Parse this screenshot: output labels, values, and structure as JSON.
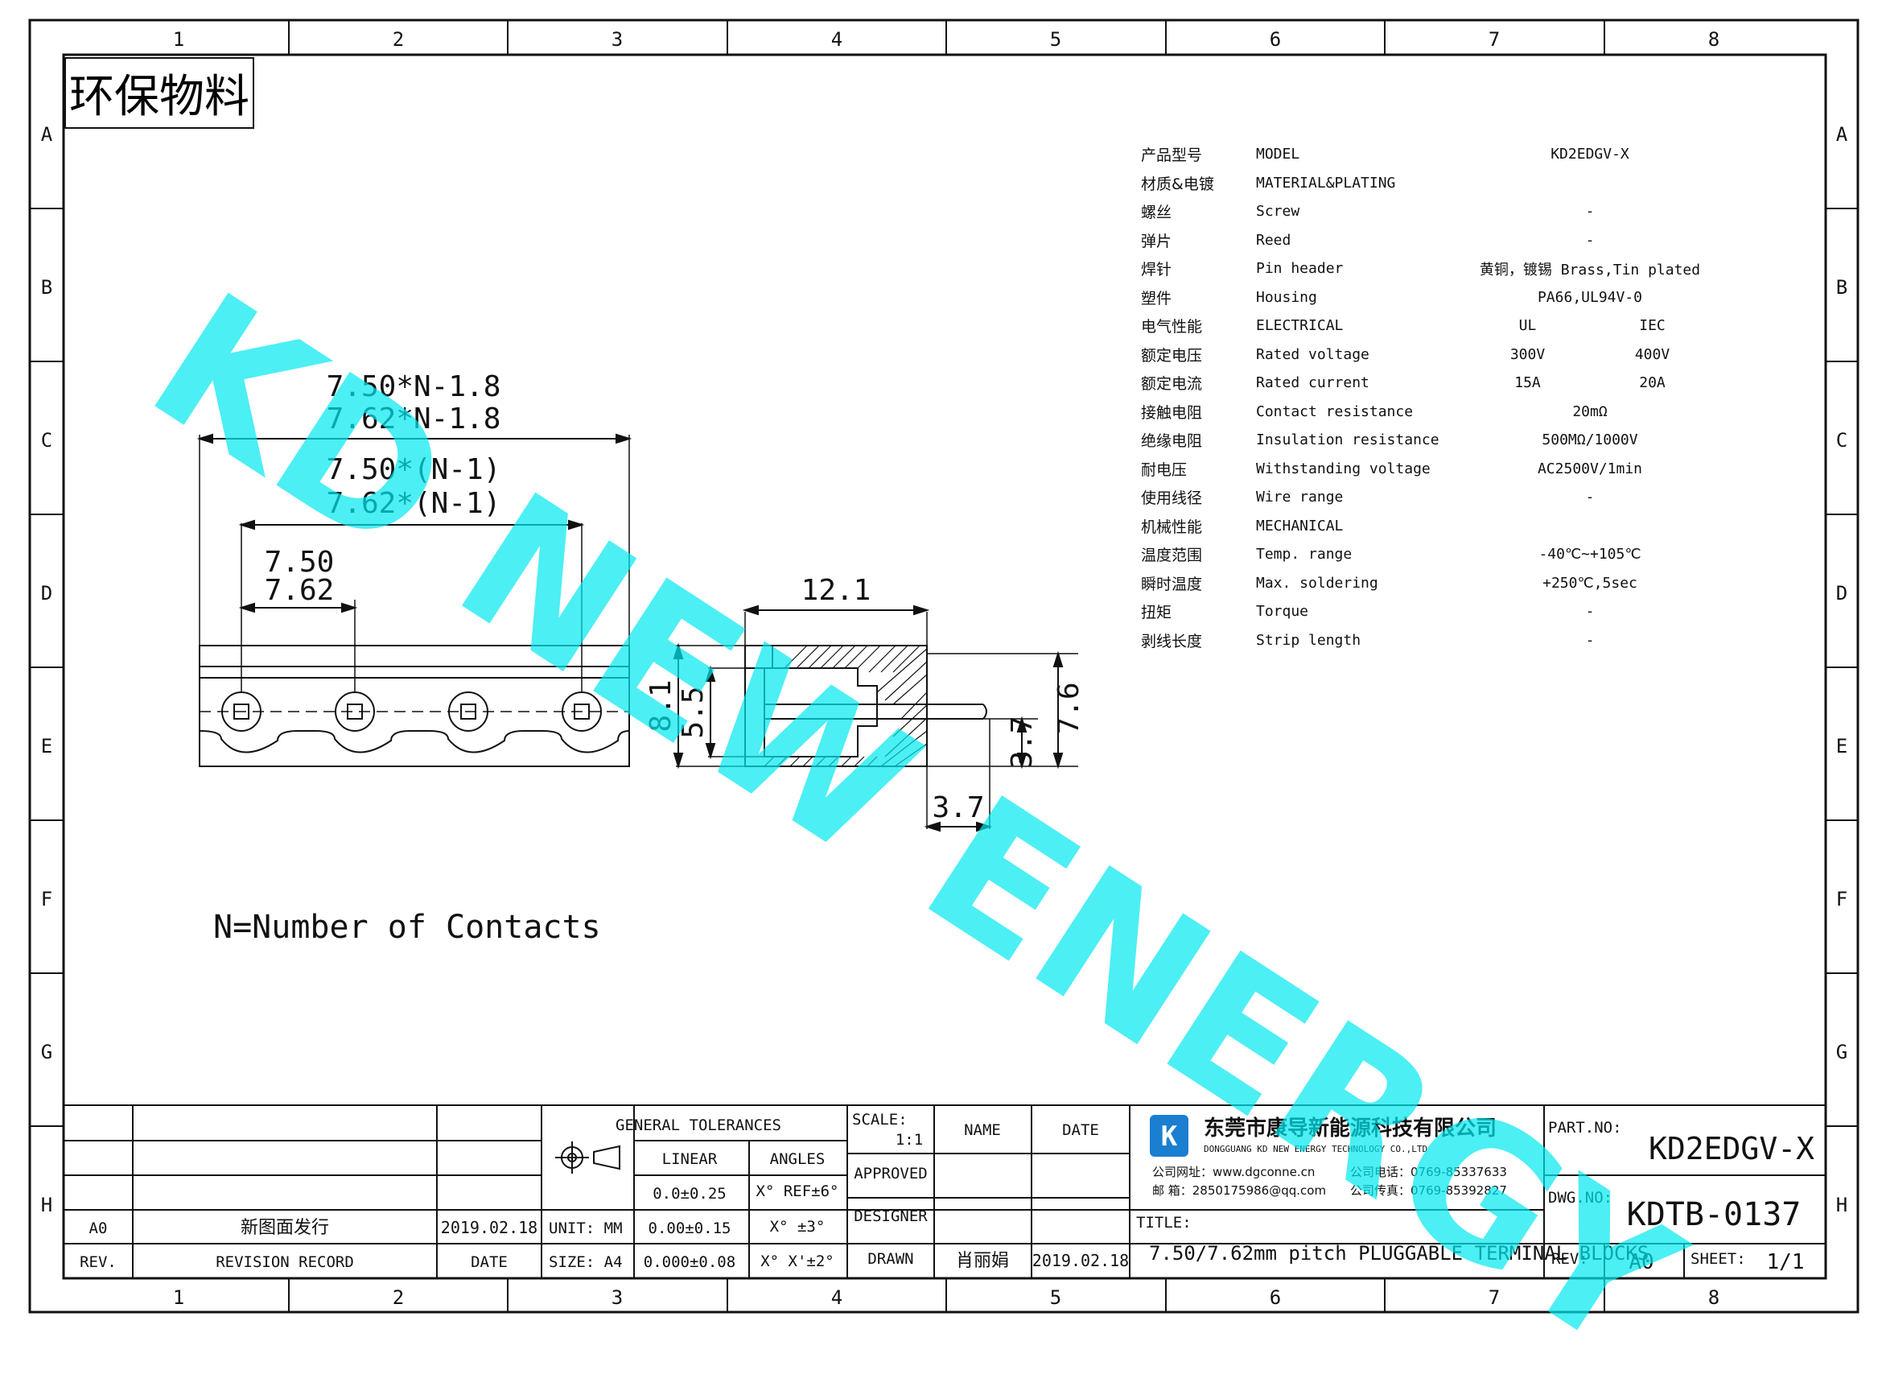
{
  "eco_tag": "环保物料",
  "watermark": "KD NEW ENERGY",
  "grid": {
    "columns": [
      "1",
      "2",
      "3",
      "4",
      "5",
      "6",
      "7",
      "8"
    ],
    "rows": [
      "A",
      "B",
      "C",
      "D",
      "E",
      "F",
      "G",
      "H"
    ]
  },
  "specs": [
    {
      "cn": "产品型号",
      "en": "MODEL",
      "value": "KD2EDGV-X"
    },
    {
      "cn": "材质&电镀",
      "en": "MATERIAL&PLATING",
      "value": ""
    },
    {
      "cn": "螺丝",
      "en": "Screw",
      "value": "-"
    },
    {
      "cn": "弹片",
      "en": "Reed",
      "value": "-"
    },
    {
      "cn": "焊针",
      "en": "Pin header",
      "value": "黄铜，镀锡 Brass,Tin plated"
    },
    {
      "cn": "塑件",
      "en": "Housing",
      "value": "PA66,UL94V-0"
    },
    {
      "cn": "电气性能",
      "en": "ELECTRICAL",
      "value_a": "UL",
      "value_b": "IEC"
    },
    {
      "cn": "额定电压",
      "en": "Rated voltage",
      "value_a": "300V",
      "value_b": "400V"
    },
    {
      "cn": "额定电流",
      "en": "Rated current",
      "value_a": "15A",
      "value_b": "20A"
    },
    {
      "cn": "接触电阻",
      "en": "Contact resistance",
      "value": "20mΩ"
    },
    {
      "cn": "绝缘电阻",
      "en": "Insulation resistance",
      "value": "500MΩ/1000V"
    },
    {
      "cn": "耐电压",
      "en": "Withstanding voltage",
      "value": "AC2500V/1min"
    },
    {
      "cn": "使用线径",
      "en": "Wire range",
      "value": "-"
    },
    {
      "cn": "机械性能",
      "en": "MECHANICAL",
      "value": ""
    },
    {
      "cn": "温度范围",
      "en": "Temp. range",
      "value": "-40℃~+105℃"
    },
    {
      "cn": "瞬时温度",
      "en": "Max. soldering",
      "value": "+250℃,5sec"
    },
    {
      "cn": "扭矩",
      "en": "Torque",
      "value": "-"
    },
    {
      "cn": "剥线长度",
      "en": "Strip length",
      "value": "-"
    }
  ],
  "dims": {
    "total_a": "7.50*N-1.8",
    "total_b": "7.62*N-1.8",
    "span_a": "7.50*(N-1)",
    "span_b": "7.62*(N-1)",
    "pitch_a": "7.50",
    "pitch_b": "7.62",
    "height": "8.1",
    "mid": "5.5",
    "side_width": "12.1",
    "pin_offset": "3.7",
    "pin_height": "7.6",
    "pin_low": "3.7"
  },
  "note": "N=Number of Contacts",
  "title_block": {
    "general_tol": "GENERAL TOLERANCES",
    "linear": "LINEAR",
    "angles": "ANGLES",
    "lin1": "0.0±0.25",
    "lin2": "0.00±0.15",
    "lin3": "0.000±0.08",
    "ang1": "X° REF±6°",
    "ang2": "X° ±3°",
    "ang3": "X° X'±2°",
    "scale_label": "SCALE:",
    "scale": "1:1",
    "approved": "APPROVED",
    "designer": "DESIGNER",
    "drawn": "DRAWN",
    "drawn_name": "肖丽娟",
    "drawn_date": "2019.02.18",
    "name_h": "NAME",
    "date_h": "DATE",
    "unit": "UNIT: MM",
    "size": "SIZE: A4",
    "rev_code": "A0",
    "rev_desc": "新图面发行",
    "rev_date": "2019.02.18",
    "rev_h": "REV.",
    "record_h": "REVISION RECORD",
    "date_col_h": "DATE",
    "company_cn": "东莞市康导新能源科技有限公司",
    "company_en": "DONGGUANG KD NEW ENERGY TECHNOLOGY CO.,LTD",
    "website": "公司网址：www.dgconne.cn",
    "phone": "公司电话：0769-85337633",
    "email": "邮    箱：2850175986@qq.com",
    "fax": "公司传真：0769-85392827",
    "title_label": "TITLE:",
    "title": "7.50/7.62mm pitch PLUGGABLE TERMINAL BLOCKS",
    "part_label": "PART.NO:",
    "part_no": "KD2EDGV-X",
    "dwg_label": "DWG.NO:",
    "dwg_no": "KDTB-0137",
    "rev_label": "REV:",
    "rev_value": "A0",
    "sheet_label": "SHEET:",
    "sheet_value": "1/1"
  },
  "colors": {
    "watermark": "#00e8f0",
    "logo": "#1a7fd0"
  }
}
